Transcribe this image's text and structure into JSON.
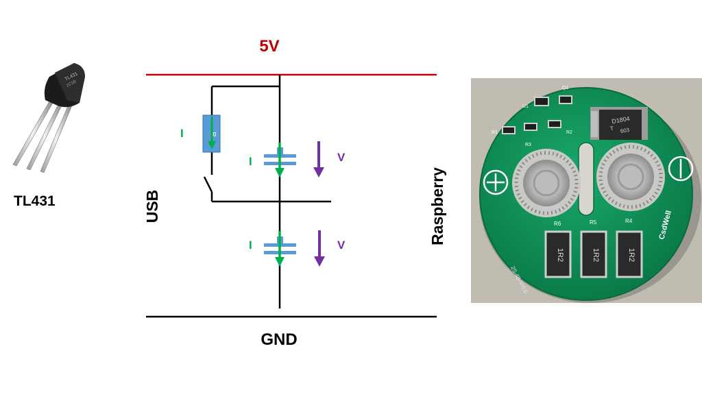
{
  "component": {
    "name": "TL431"
  },
  "circuit": {
    "rail_top_label": "5V",
    "rail_bottom_label": "GND",
    "left_label": "USB",
    "right_label": "Raspberry",
    "resistor_marking": "R",
    "current_label": "I",
    "voltage_label": "V",
    "colors": {
      "rail_top": "#c00000",
      "wire": "#000000",
      "current_arrow": "#00b050",
      "voltage_arrow": "#7030a0",
      "component_blue": "#5b9bd5"
    }
  },
  "photo": {
    "subject": "circular-balancer-board",
    "chip_marking": "D1804\nT\n603",
    "resistor_markings": [
      "1R2",
      "1R2",
      "1R2"
    ],
    "silkscreen": [
      "Q1",
      "U1",
      "R1",
      "R3",
      "R2",
      "R6",
      "R5",
      "R4",
      "CsdWell"
    ]
  }
}
